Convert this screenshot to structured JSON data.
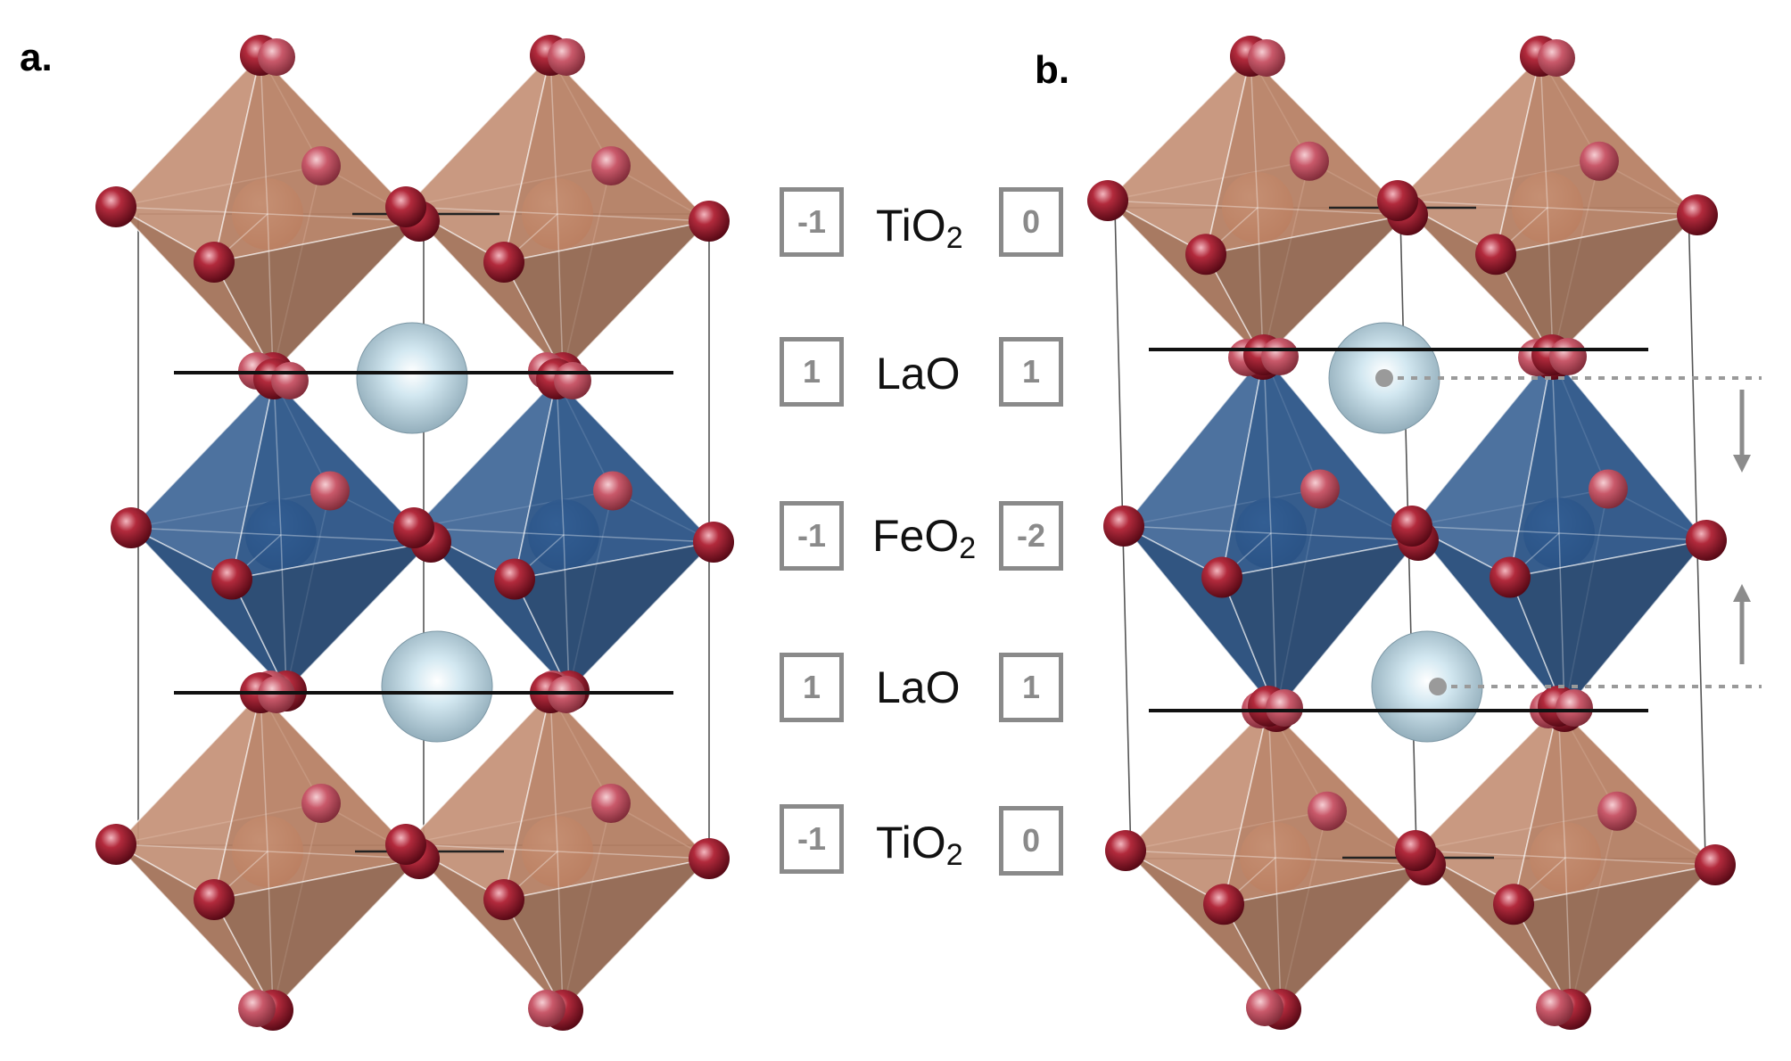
{
  "panels": [
    {
      "letter": "a."
    },
    {
      "letter": "b."
    }
  ],
  "layers": [
    {
      "formula": "TiO",
      "sub": "2",
      "charge_a": "-1",
      "charge_b": "0"
    },
    {
      "formula": "LaO",
      "sub": "",
      "charge_a": "1",
      "charge_b": "1"
    },
    {
      "formula": "FeO",
      "sub": "2",
      "charge_a": "-1",
      "charge_b": "-2"
    },
    {
      "formula": "LaO",
      "sub": "",
      "charge_a": "1",
      "charge_b": "1"
    },
    {
      "formula": "TiO",
      "sub": "2",
      "charge_a": "-1",
      "charge_b": "0"
    }
  ],
  "colors": {
    "ti_octahedron": "#c58a6c",
    "fe_octahedron": "#2e5a92",
    "oxygen": "#9b1c2e",
    "lanthanum": "#a9c9d8",
    "box_border": "#8a8a8a",
    "guide_dotted": "#9a9a9a"
  }
}
